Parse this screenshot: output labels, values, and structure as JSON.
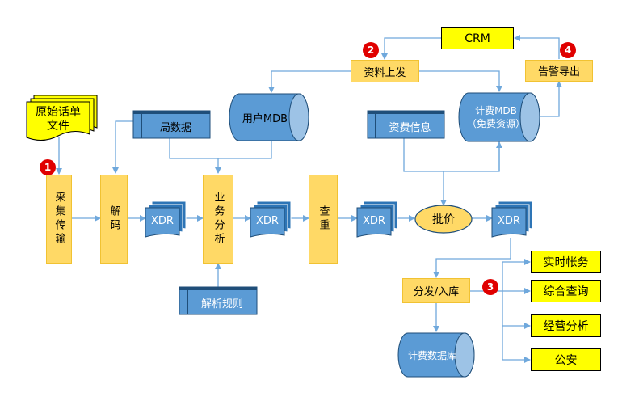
{
  "nodes": {
    "raw_files": "原始话单\n文件",
    "collect": "采集传输",
    "decode": "解码",
    "business_analysis": "业务分析",
    "dedup": "查重",
    "rating": "批价",
    "distribute": "分发/入库",
    "crm": "CRM",
    "data_dispatch": "资料上发",
    "alarm_export": "告警导出",
    "user_mdb": "用户MDB",
    "billing_mdb": "计费MDB\n（免费资源）",
    "office_data": "局数据",
    "tariff_info": "资费信息",
    "parse_rules": "解析规则",
    "billing_db": "计费数据库",
    "xdr_1": "XDR",
    "xdr_2": "XDR",
    "xdr_3": "XDR",
    "xdr_4": "XDR",
    "realtime_account": "实时帐务",
    "integrated_query": "综合查询",
    "business_analysis_out": "经营分析",
    "public_security": "公安"
  },
  "badges": [
    "1",
    "2",
    "3",
    "4"
  ],
  "colors": {
    "orange_fill": "#ffd966",
    "blue_fill": "#5b9bd5",
    "blue_dark": "#2e75b6",
    "yellow_fill": "#ffff00",
    "badge_red": "#e00000",
    "connector": "#6fa8dc"
  }
}
